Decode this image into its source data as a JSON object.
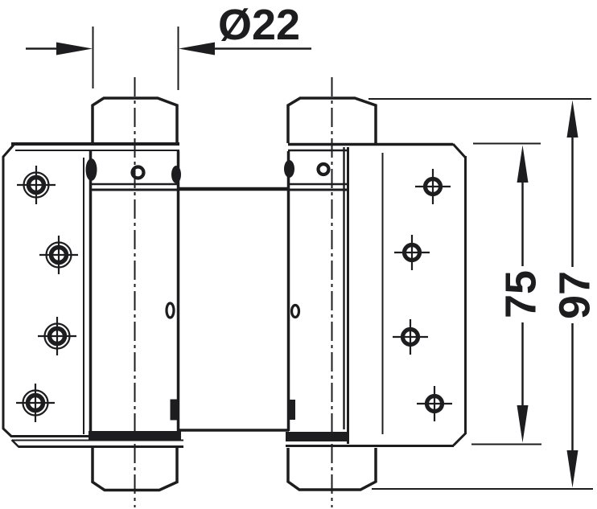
{
  "drawing": {
    "subject": "double-action-spring-hinge-front-view",
    "background_color": "#ffffff",
    "ink_color": "#1d1d20",
    "dimension_labels": {
      "diameter": "Ø22",
      "inner_height": "75",
      "overall_height": "97"
    },
    "dimension_values": {
      "diameter_mm": 22,
      "inner_height_mm": 75,
      "overall_height_mm": 97
    }
  }
}
